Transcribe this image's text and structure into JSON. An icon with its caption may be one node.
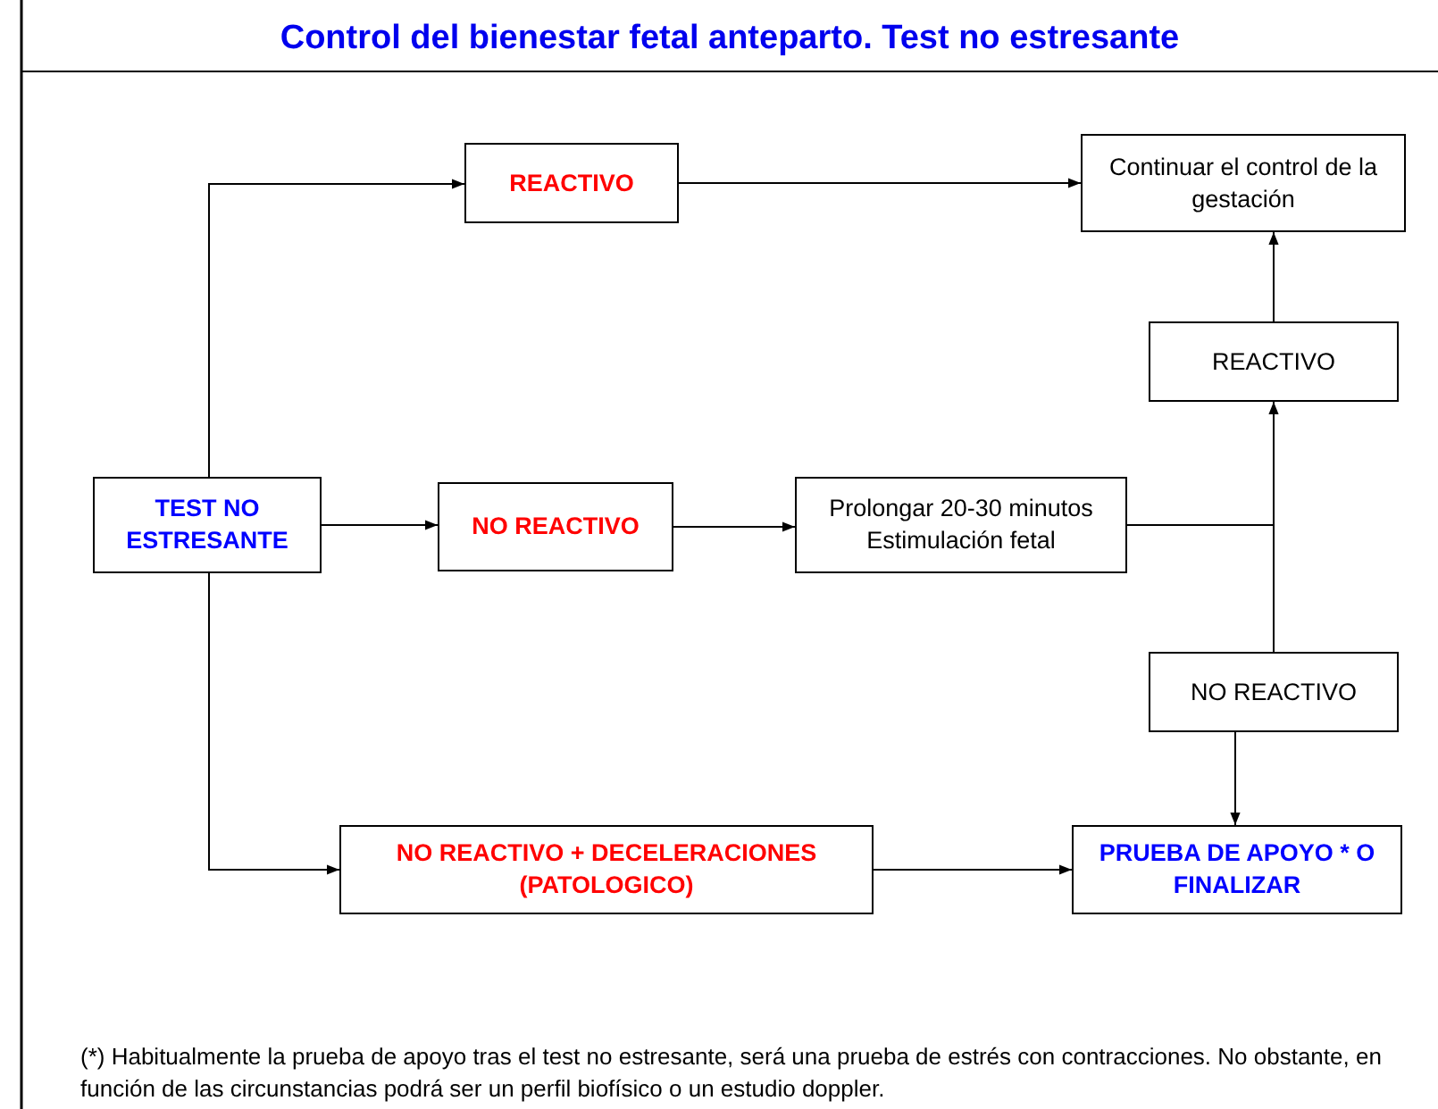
{
  "diagram": {
    "title": "Control del bienestar fetal anteparto. Test no estresante",
    "nodes": [
      {
        "text": [
          "TEST NO ESTRESANTE"
        ]
      },
      {
        "text": [
          "REACTIVO"
        ]
      },
      {
        "text": [
          "NO REACTIVO"
        ]
      },
      {
        "text": [
          "NO REACTIVO + DECELERACIONES (PATOLOGICO)"
        ]
      },
      {
        "text": [
          "Prolongar 20-30 minutos Estimulación fetal"
        ]
      },
      {
        "text": [
          "Continuar el control de la gestación"
        ]
      },
      {
        "text": [
          "REACTIVO"
        ]
      },
      {
        "text": [
          "NO REACTIVO"
        ]
      },
      {
        "text": [
          "PRUEBA DE APOYO * O FINALIZAR"
        ]
      }
    ],
    "edges": [
      {
        "from": 0,
        "to": 1,
        "arrow": "to"
      },
      {
        "from": 0,
        "to": 2,
        "arrow": "to"
      },
      {
        "from": 0,
        "to": 3,
        "arrow": "to"
      },
      {
        "from": 1,
        "to": 5,
        "arrow": "to"
      },
      {
        "from": 2,
        "to": 4,
        "arrow": "to"
      },
      {
        "from": 4,
        "to": 6,
        "arrow": "to"
      },
      {
        "from": 4,
        "to": 7,
        "arrow": "to"
      },
      {
        "from": 6,
        "to": 5,
        "arrow": "to"
      },
      {
        "from": 7,
        "to": 8,
        "arrow": "to"
      },
      {
        "from": 3,
        "to": 8,
        "arrow": "to"
      }
    ],
    "labels": [
      "(*) Habitualmente la prueba de apoyo tras el test no estresante, será una prueba de estrés con contracciones. No obstante, en función de las circunstancias podrá ser un perfil biofísico o un estudio doppler."
    ]
  }
}
